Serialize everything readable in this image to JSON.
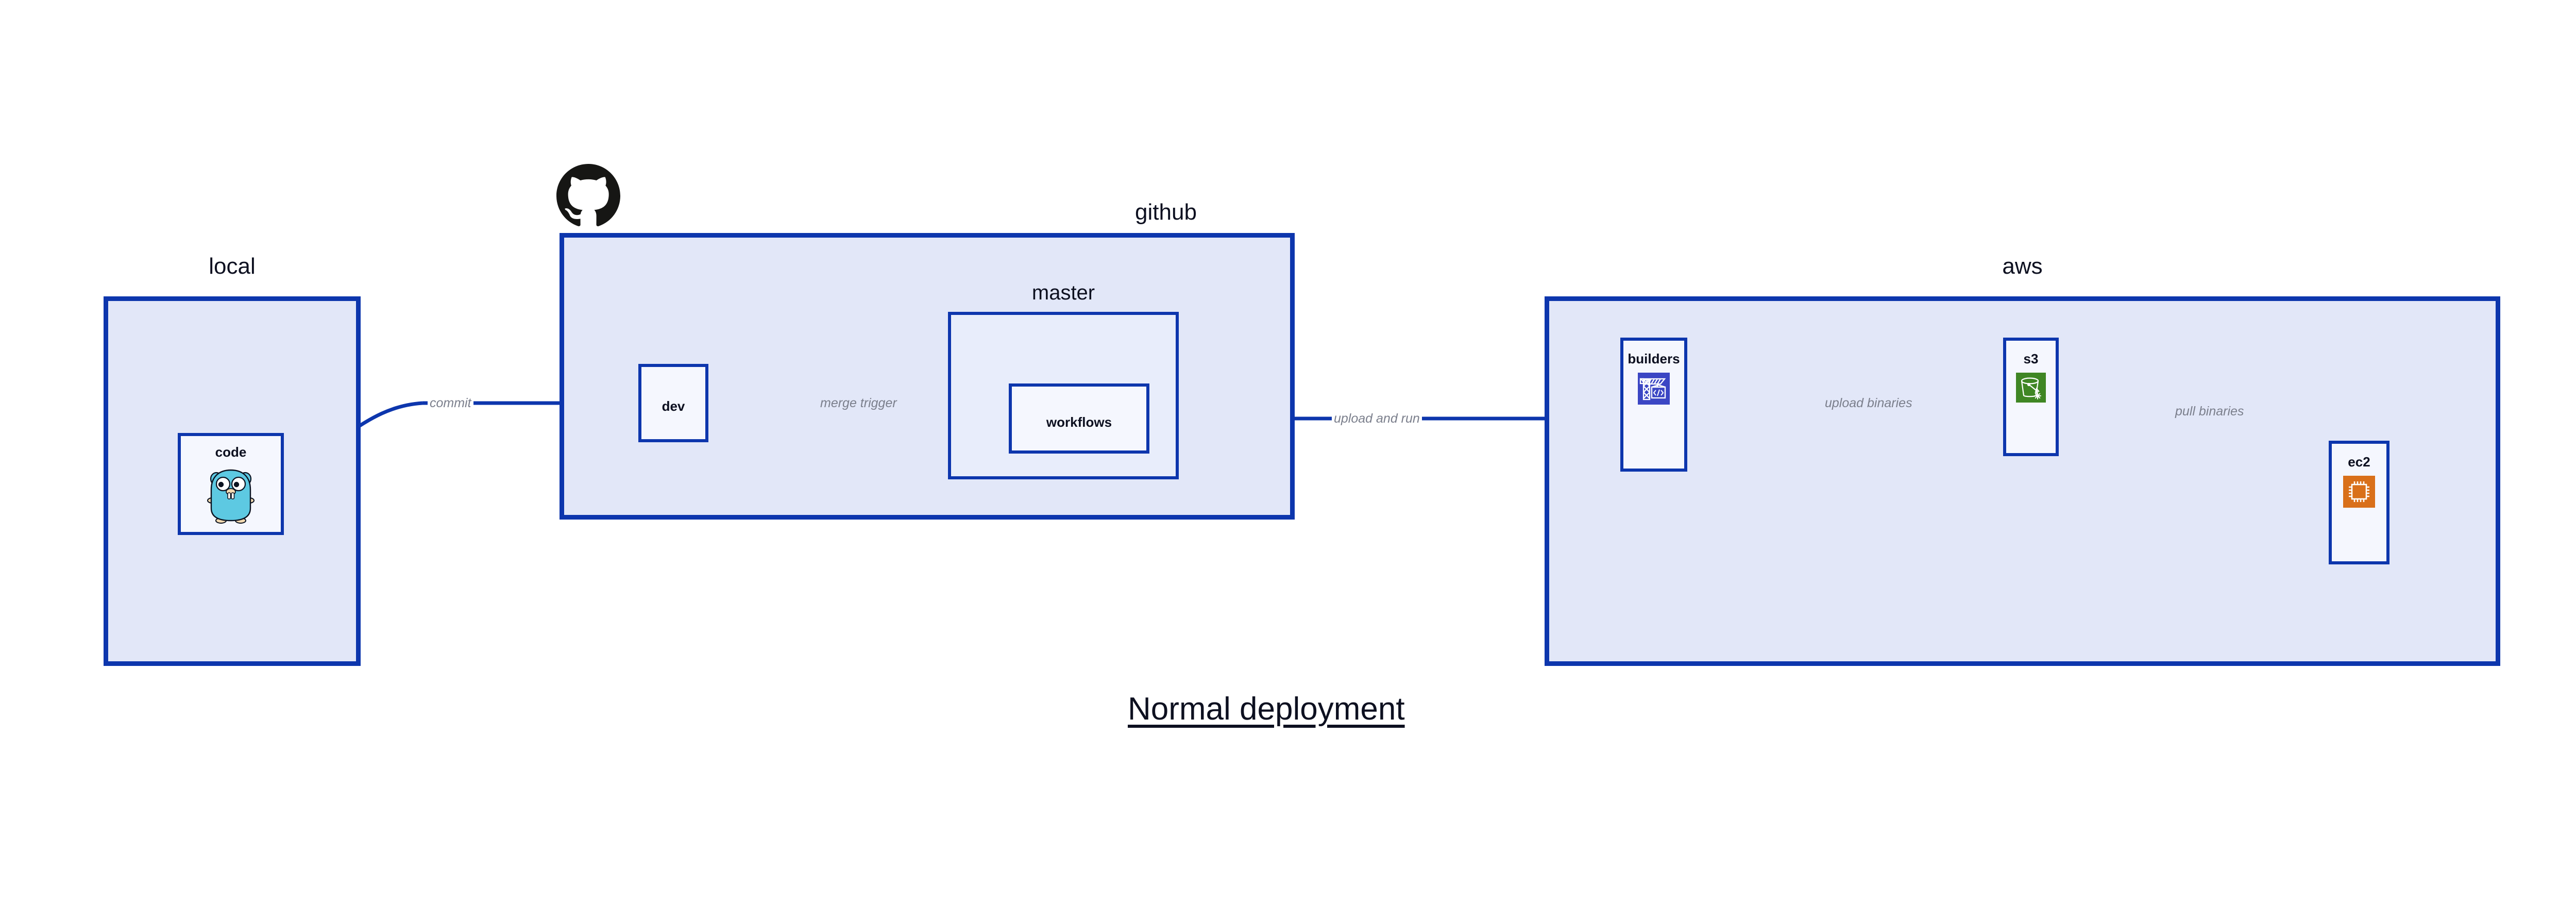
{
  "diagram": {
    "title": "Normal deployment",
    "accent_color": "#0d36ad",
    "group_fill": "#e2e7f8",
    "subgroup_fill": "#e8edfb",
    "node_fill": "#eaeffc",
    "edge_label_color": "#7b7f8c",
    "text_color": "#0d1020"
  },
  "groups": {
    "local": {
      "label": "local",
      "nodes": {
        "code": {
          "label": "code",
          "icon": "go-gopher-icon",
          "icon_color": "#5dc9e2"
        }
      }
    },
    "github": {
      "label": "github",
      "logo": "github-octocat-icon",
      "logo_color": "#161614",
      "nodes": {
        "dev": {
          "label": "dev"
        }
      },
      "subgroups": {
        "master": {
          "label": "master",
          "nodes": {
            "workflows": {
              "label": "workflows"
            }
          }
        }
      }
    },
    "aws": {
      "label": "aws",
      "nodes": {
        "builders": {
          "label": "builders",
          "icon": "crane-code-icon",
          "icon_color": "#3b46c4"
        },
        "s3": {
          "label": "s3",
          "icon": "bucket-snowflake-icon",
          "icon_color": "#3f8624"
        },
        "ec2": {
          "label": "ec2",
          "icon": "cpu-chip-icon",
          "icon_color": "#d9701a"
        }
      }
    }
  },
  "edges": [
    {
      "id": "commit",
      "label": "commit",
      "from": "code",
      "to": "dev"
    },
    {
      "id": "merge-trigger",
      "label": "merge trigger",
      "from": "dev",
      "to": "workflows"
    },
    {
      "id": "upload-and-run",
      "label": "upload and run",
      "from": "workflows",
      "to": "builders"
    },
    {
      "id": "upload-binaries",
      "label": "upload binaries",
      "from": "builders",
      "to": "s3"
    },
    {
      "id": "pull-binaries",
      "label": "pull binaries",
      "from": "s3",
      "to": "ec2"
    }
  ]
}
